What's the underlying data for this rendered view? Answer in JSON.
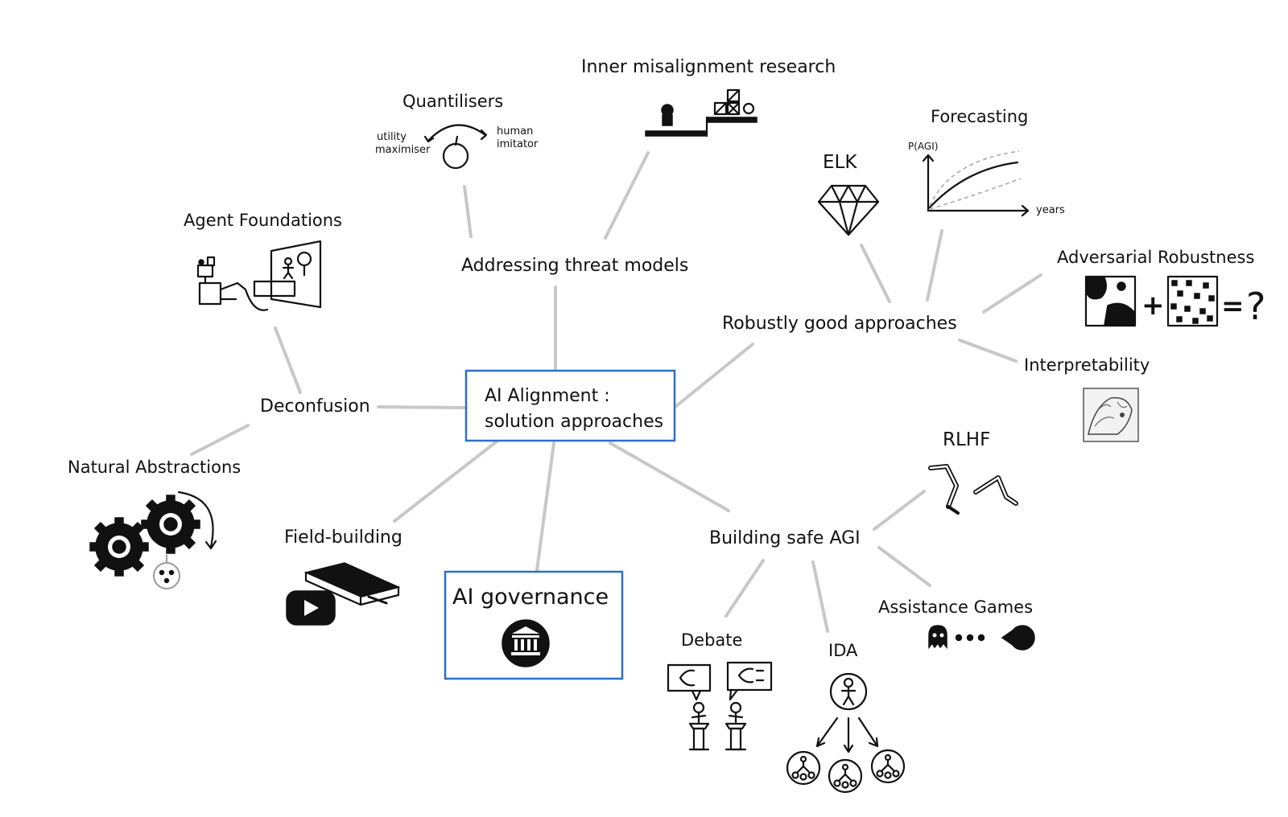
{
  "center": {
    "line1": "AI Alignment :",
    "line2": "solution approaches"
  },
  "branches": {
    "threat_models": "Addressing threat models",
    "robustly_good": "Robustly good approaches",
    "deconfusion": "Deconfusion",
    "building_safe_agi": "Building safe AGI",
    "field_building": "Field-building",
    "ai_governance": "AI governance"
  },
  "leaves": {
    "quantilisers": "Quantilisers",
    "utility_maximiser_1": "utility",
    "utility_maximiser_2": "maximiser",
    "human_imitator_1": "human",
    "human_imitator_2": "imitator",
    "inner_misalignment": "Inner misalignment research",
    "agent_foundations": "Agent Foundations",
    "natural_abstractions": "Natural Abstractions",
    "elk": "ELK",
    "forecasting": "Forecasting",
    "forecast_ylabel": "P(AGI)",
    "forecast_xlabel": "years",
    "adversarial_robustness": "Adversarial Robustness",
    "interpretability": "Interpretability",
    "rlhf": "RLHF",
    "debate": "Debate",
    "ida": "IDA",
    "assistance_games": "Assistance Games"
  },
  "icons": {
    "quantiliser_arc": "arc-icon",
    "game_scene": "platform-game-icon",
    "robot_drawing": "robot-drawing-icon",
    "gears": "gears-icon",
    "diamond": "diamond-icon",
    "forecast_chart": "forecast-chart-icon",
    "panda_noise": "adversarial-panda-icon",
    "interpretability_image": "neuron-visualization-icon",
    "robot_legs": "robot-legs-icon",
    "debate_podiums": "debate-podiums-icon",
    "ida_tree": "ida-tree-icon",
    "pacman": "pacman-icon",
    "book_video": "book-video-icon",
    "government_building": "bank-icon"
  },
  "colors": {
    "box_border": "#2f6fc7",
    "connector": "#c8c8c8",
    "ink": "#111111"
  }
}
